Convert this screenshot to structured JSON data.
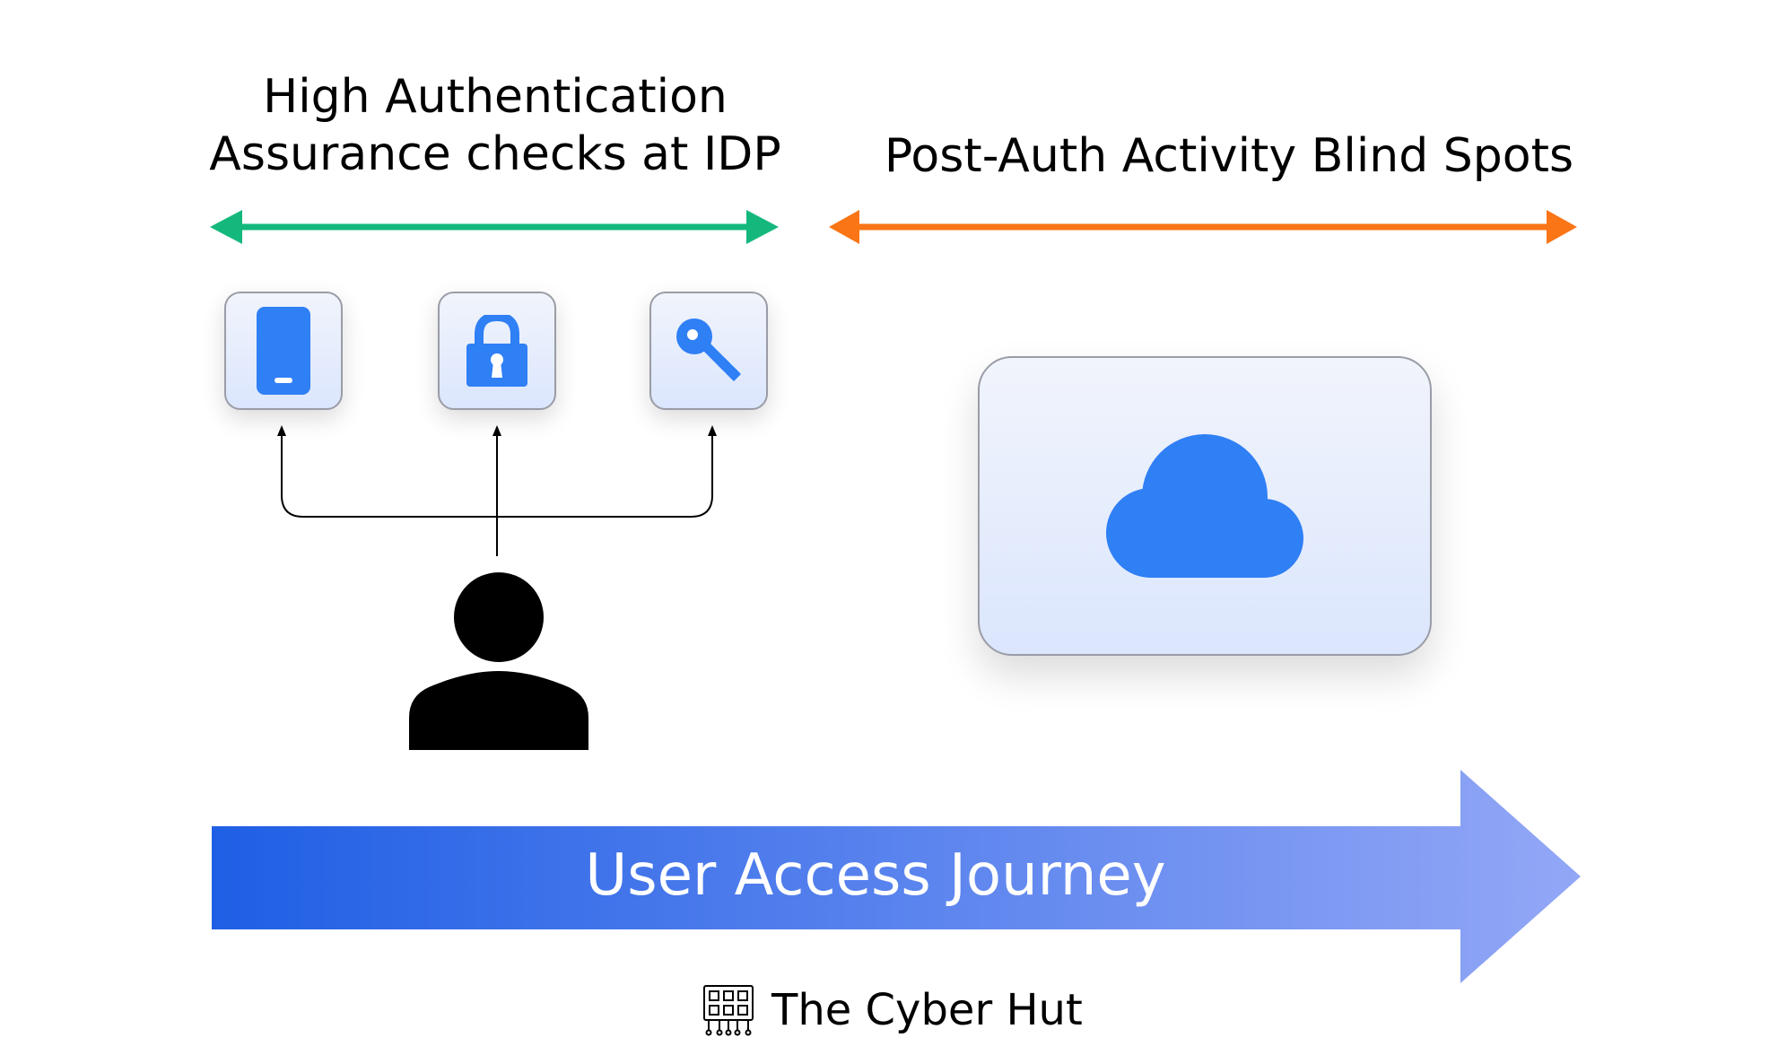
{
  "headings": {
    "idp_assurance": [
      "High Authentication",
      "Assurance checks at IDP"
    ],
    "blind_spots": "Post-Auth Activity Blind Spots"
  },
  "spans": {
    "idp_assurance_color": "#14b87c",
    "blind_spots_color": "#f97516"
  },
  "factors": [
    {
      "icon": "phone-icon"
    },
    {
      "icon": "lock-icon"
    },
    {
      "icon": "key-icon"
    }
  ],
  "destination": {
    "icon": "cloud-icon"
  },
  "journey": {
    "label": "User Access Journey",
    "gradient_start": "#1f5fe5",
    "gradient_end": "#93a7f6"
  },
  "brand": {
    "name": "The Cyber Hut",
    "logo": "circuit-hut-logo"
  },
  "colors": {
    "icon_blue": "#2f7ff5",
    "text": "#000000"
  }
}
